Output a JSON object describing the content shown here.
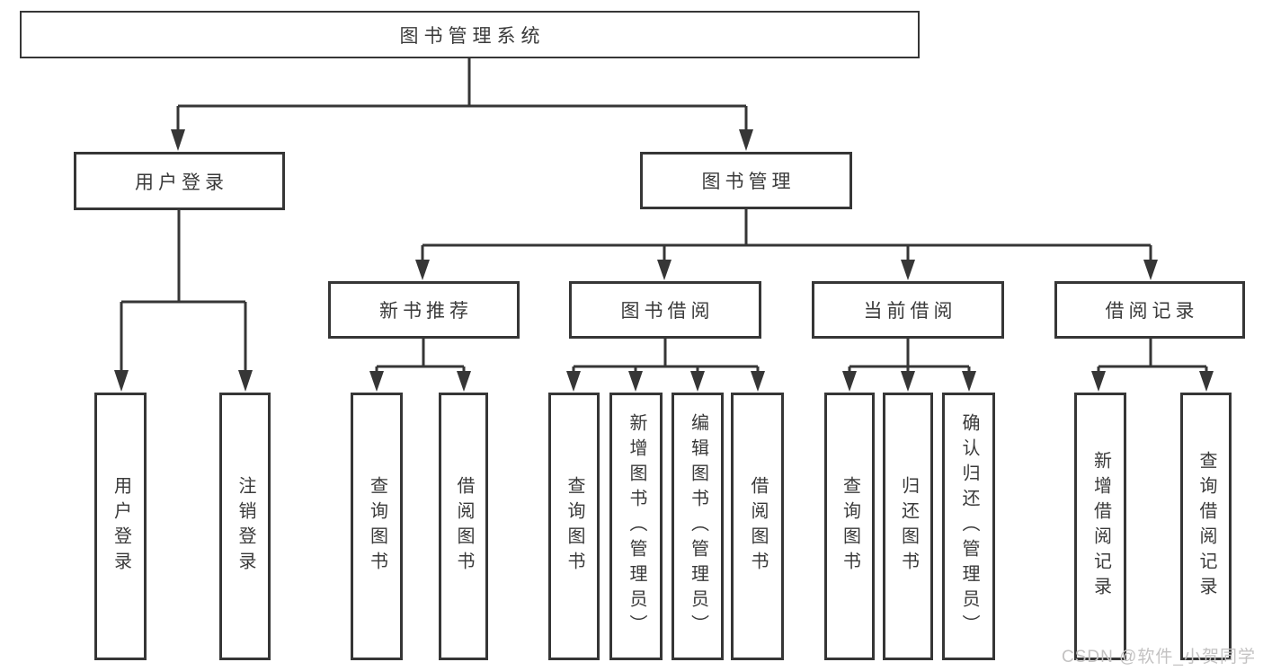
{
  "colors": {
    "line": "#363636",
    "text": "#3a3a3a",
    "watermark": "#c3c2c2",
    "background": "#ffffff"
  },
  "tree": {
    "root_label": "图书管理系统",
    "branches": [
      {
        "label": "用户登录",
        "children": [
          {
            "label": "用户登录"
          },
          {
            "label": "注销登录"
          }
        ]
      },
      {
        "label": "图书管理",
        "children": [
          {
            "label": "新书推荐",
            "children": [
              {
                "label": "查询图书"
              },
              {
                "label": "借阅图书"
              }
            ]
          },
          {
            "label": "图书借阅",
            "children": [
              {
                "label": "查询图书"
              },
              {
                "label": "新增图书（管理员）"
              },
              {
                "label": "编辑图书（管理员）"
              },
              {
                "label": "借阅图书"
              }
            ]
          },
          {
            "label": "当前借阅",
            "children": [
              {
                "label": "查询图书"
              },
              {
                "label": "归还图书"
              },
              {
                "label": "确认归还（管理员）"
              }
            ]
          },
          {
            "label": "借阅记录",
            "children": [
              {
                "label": "新增借阅记录"
              },
              {
                "label": "查询借阅记录"
              }
            ]
          }
        ]
      }
    ]
  },
  "watermark": {
    "text": "CSDN @软件_小贺同学"
  }
}
